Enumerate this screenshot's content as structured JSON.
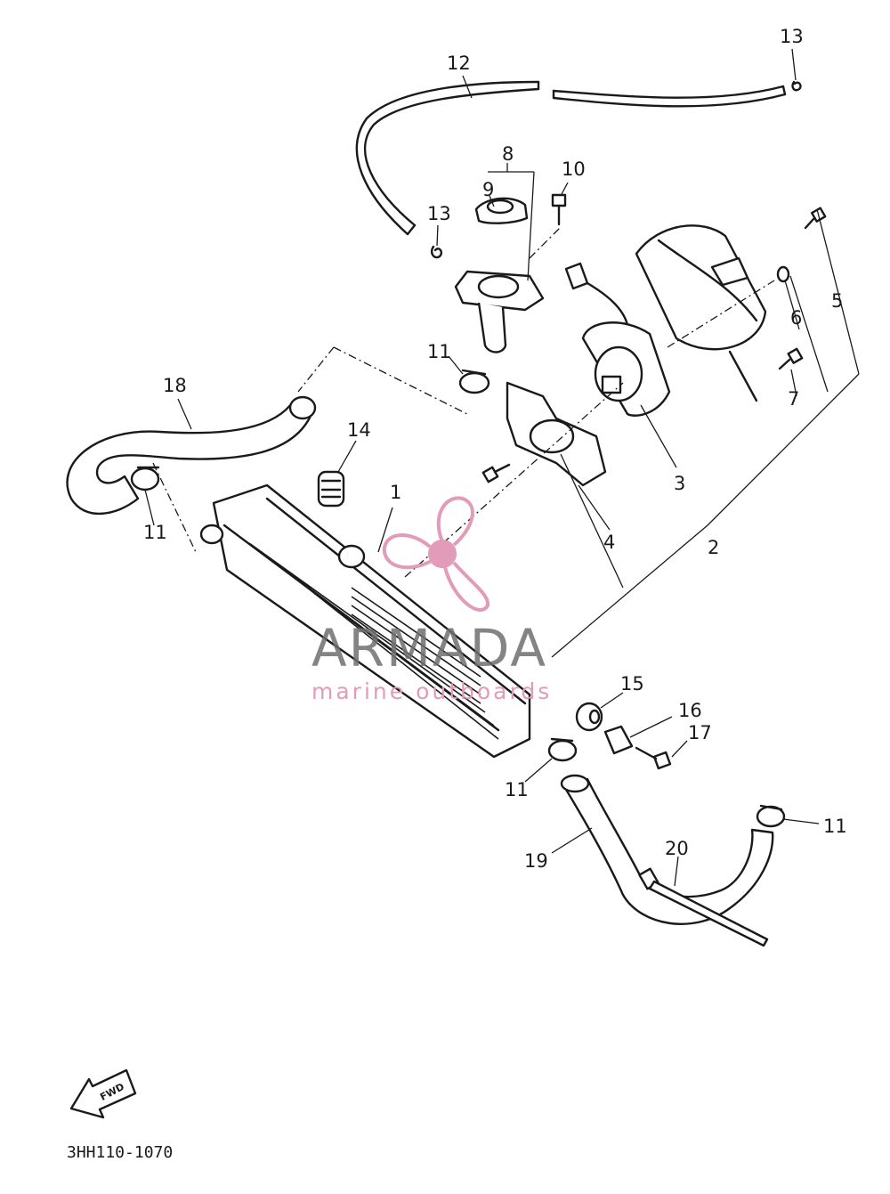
{
  "callouts": {
    "n1": "1",
    "n2": "2",
    "n3": "3",
    "n4": "4",
    "n5": "5",
    "n6": "6",
    "n7": "7",
    "n8": "8",
    "n9": "9",
    "n10": "10",
    "n11a": "11",
    "n11b": "11",
    "n11c": "11",
    "n11d": "11",
    "n12": "12",
    "n13a": "13",
    "n13b": "13",
    "n14": "14",
    "n15": "15",
    "n16": "16",
    "n17": "17",
    "n18": "18",
    "n19": "19",
    "n20": "20"
  },
  "watermark": {
    "brand": "ARMADA",
    "tagline": "marine outboards",
    "color": "#e29bb8"
  },
  "direction_label": "FWD",
  "diagram_code": "3HH110-1070"
}
